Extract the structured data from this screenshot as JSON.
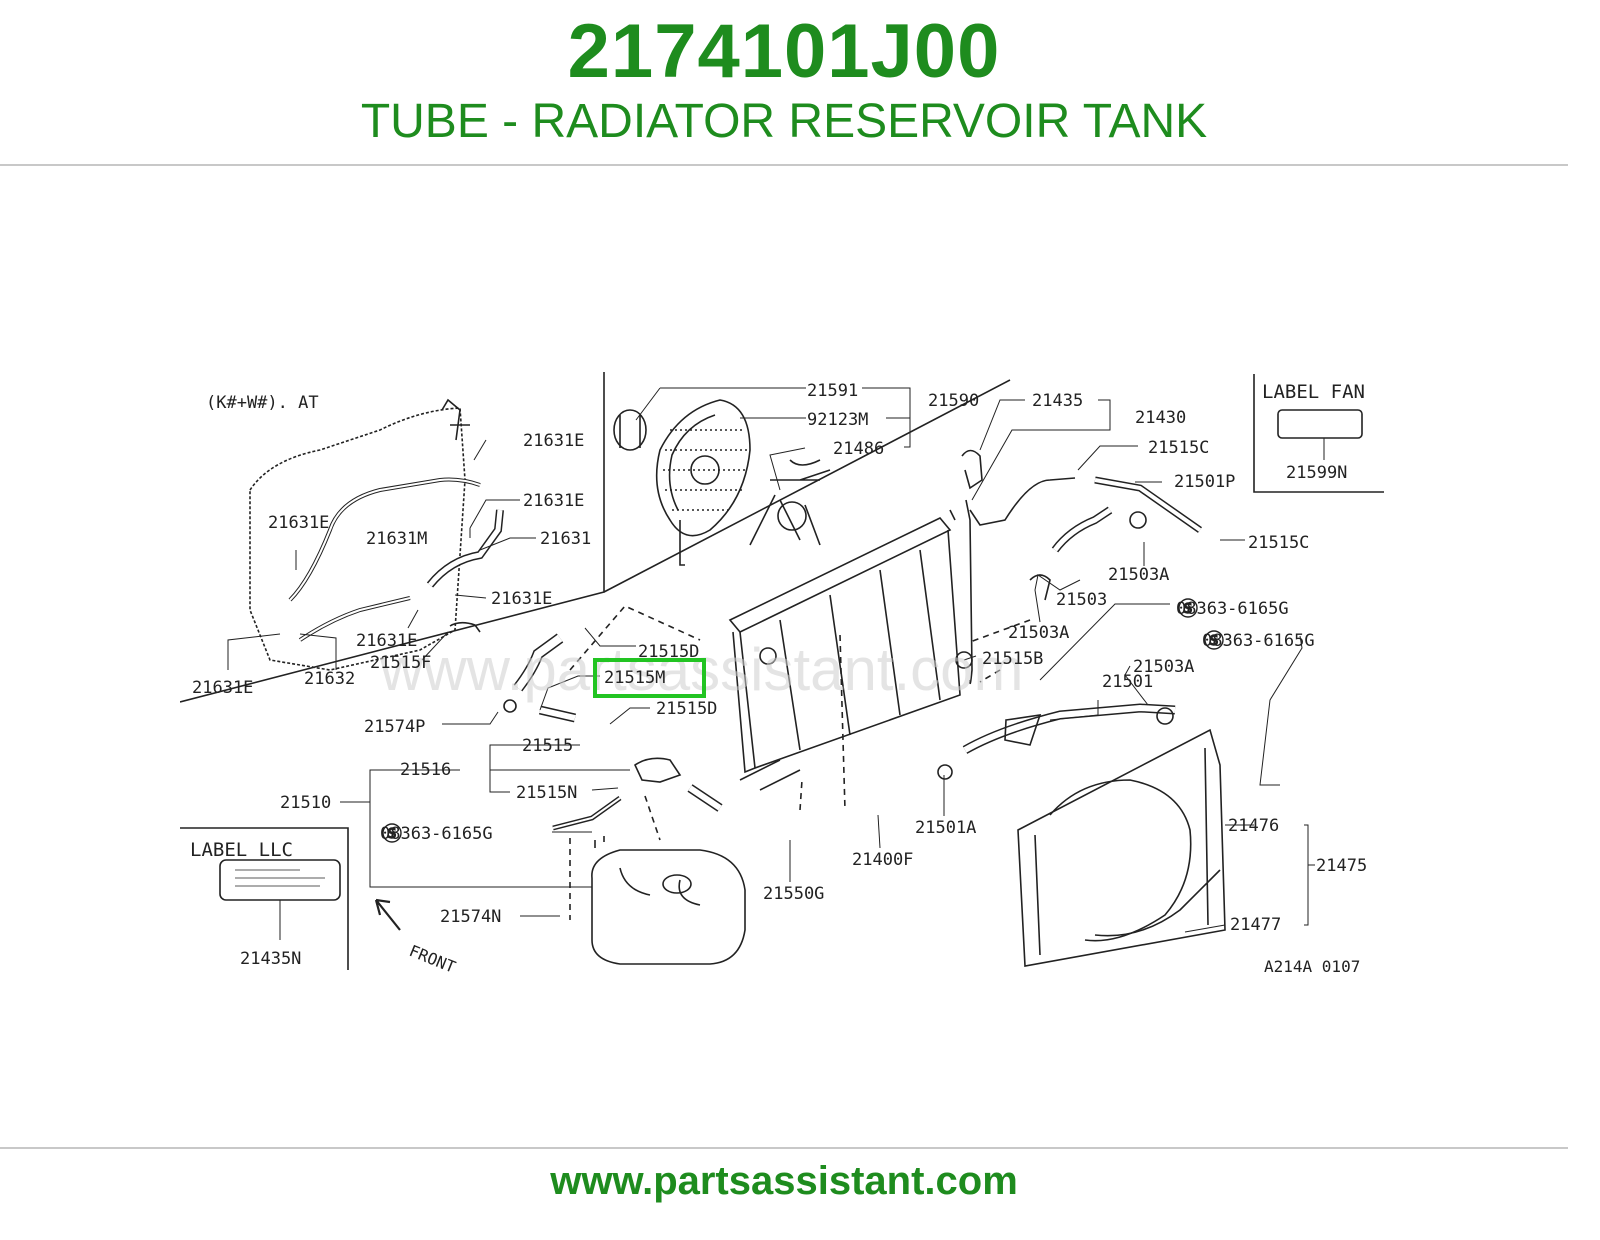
{
  "header": {
    "part_number": "2174101J00",
    "description": "TUBE - RADIATOR RESERVOIR TANK"
  },
  "footer": {
    "url": "www.partsassistant.com"
  },
  "diagram": {
    "watermark": "www.partsassistant.com",
    "variant_note": "(K#+W#). AT",
    "code": "A214A 0107",
    "front_label": "FRONT",
    "highlight_color": "#22c422",
    "highlighted_part": "21515M",
    "boxes": {
      "label_fan": "LABEL FAN",
      "label_llc": "LABEL LLC"
    },
    "callouts": {
      "c21591": "21591",
      "c21590": "21590",
      "c92123M": "92123M",
      "c21486": "21486",
      "c21435": "21435",
      "c21430": "21430",
      "c21515C_a": "21515C",
      "c21501P": "21501P",
      "c21515C_b": "21515C",
      "c21503A_a": "21503A",
      "c21503": "21503",
      "c21503A_b": "21503A",
      "c08363_a": "08363-6165G",
      "c08363_b": "08363-6165G",
      "c21515B": "21515B",
      "c21503A_c": "21503A",
      "c21501": "21501",
      "c21599N": "21599N",
      "c21631E_a": "21631E",
      "c21631E_b": "21631E",
      "c21631E_c": "21631E",
      "c21631M": "21631M",
      "c21631": "21631",
      "c21631E_d": "21631E",
      "c21631E_e": "21631E",
      "c21515F": "21515F",
      "c21632": "21632",
      "c21631E_f": "21631E",
      "c21515D_a": "21515D",
      "c21515M": "21515M",
      "c21515D_b": "21515D",
      "c21574P": "21574P",
      "c21515": "21515",
      "c21516": "21516",
      "c21510": "21510",
      "c21515N": "21515N",
      "c08363_c": "08363-6165G",
      "c21574N": "21574N",
      "c21435N": "21435N",
      "c21550G": "21550G",
      "c21400F": "21400F",
      "c21501A": "21501A",
      "c21476": "21476",
      "c21475": "21475",
      "c21477": "21477"
    }
  }
}
